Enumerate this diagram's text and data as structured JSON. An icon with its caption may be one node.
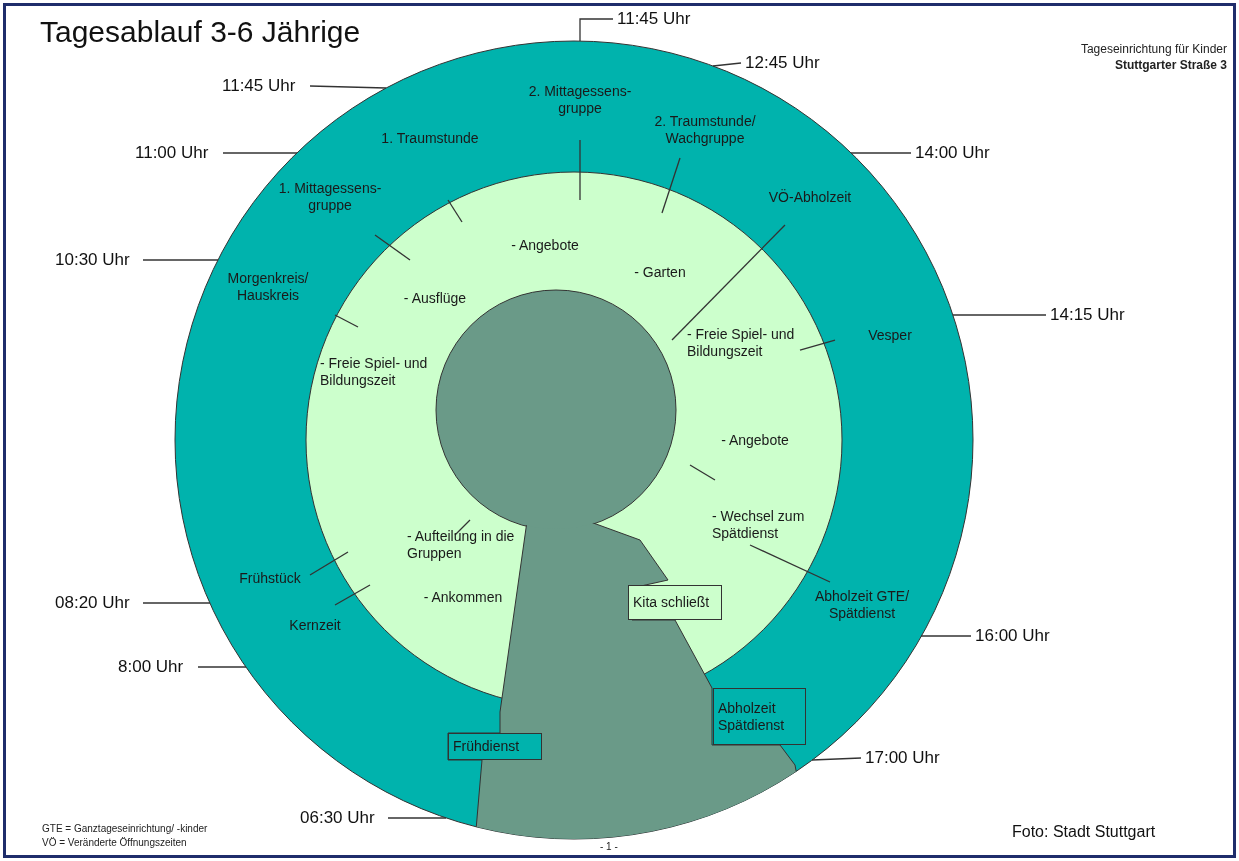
{
  "diagram": {
    "title": "Tagesablauf 3-6 Jährige",
    "nodes": [
      {
        "text": [
          "Kita schließt"
        ]
      },
      {
        "text": [
          "Abholzeit Spätdienst"
        ]
      },
      {
        "text": [
          "Frühdienst"
        ]
      },
      {
        "text": [
          "11:45 Uhr"
        ]
      },
      {
        "text": [
          "12:45 Uhr"
        ]
      },
      {
        "text": [
          "11:45 Uhr"
        ]
      },
      {
        "text": [
          "11:00 Uhr"
        ]
      },
      {
        "text": [
          "14:00 Uhr"
        ]
      },
      {
        "text": [
          "10:30 Uhr"
        ]
      },
      {
        "text": [
          "14:15 Uhr"
        ]
      },
      {
        "text": [
          "08:20 Uhr"
        ]
      },
      {
        "text": [
          "16:00 Uhr"
        ]
      },
      {
        "text": [
          "8:00 Uhr"
        ]
      },
      {
        "text": [
          "17:00 Uhr"
        ]
      },
      {
        "text": [
          "06:30 Uhr"
        ]
      }
    ],
    "edges": [
      {
        "from": 3,
        "to": null,
        "arrow": "none"
      },
      {
        "from": 4,
        "to": null,
        "arrow": "none"
      },
      {
        "from": 5,
        "to": null,
        "arrow": "none"
      },
      {
        "from": 6,
        "to": null,
        "arrow": "none"
      },
      {
        "from": 7,
        "to": null,
        "arrow": "none"
      },
      {
        "from": 8,
        "to": null,
        "arrow": "none"
      },
      {
        "from": 9,
        "to": null,
        "arrow": "none"
      },
      {
        "from": 10,
        "to": null,
        "arrow": "none"
      },
      {
        "from": 11,
        "to": null,
        "arrow": "none"
      },
      {
        "from": 12,
        "to": null,
        "arrow": "none"
      },
      {
        "from": 13,
        "to": null,
        "arrow": "none"
      },
      {
        "from": 14,
        "to": null,
        "arrow": "none"
      }
    ],
    "labels": [
      "Tageseinrichtung für Kinder",
      "Stuttgarter Straße 3",
      "2. Mittagessens- gruppe",
      "2. Traumstunde/ Wachgruppe",
      "1. Traumstunde",
      "1. Mittagessens- gruppe",
      "VÖ-Abholzeit",
      "- Angebote",
      "- Garten",
      "Morgenkreis/ Hauskreis",
      "- Ausflüge",
      "Vesper",
      "- Freie Spiel- und Bildungszeit",
      "- Freie Spiel- und Bildungszeit",
      "- Angebote",
      "- Wechsel zum Spätdienst",
      "- Aufteilung in die Gruppen",
      "Frühstück",
      "- Ankommen",
      "Abholzeit GTE/ Spätdienst",
      "Kernzeit",
      "GTE = Ganztageseinrichtung/ -kinder",
      "VÖ = Veränderte Öffnungszeiten",
      "Foto: Stadt Stuttgart",
      "- 1 -"
    ]
  }
}
